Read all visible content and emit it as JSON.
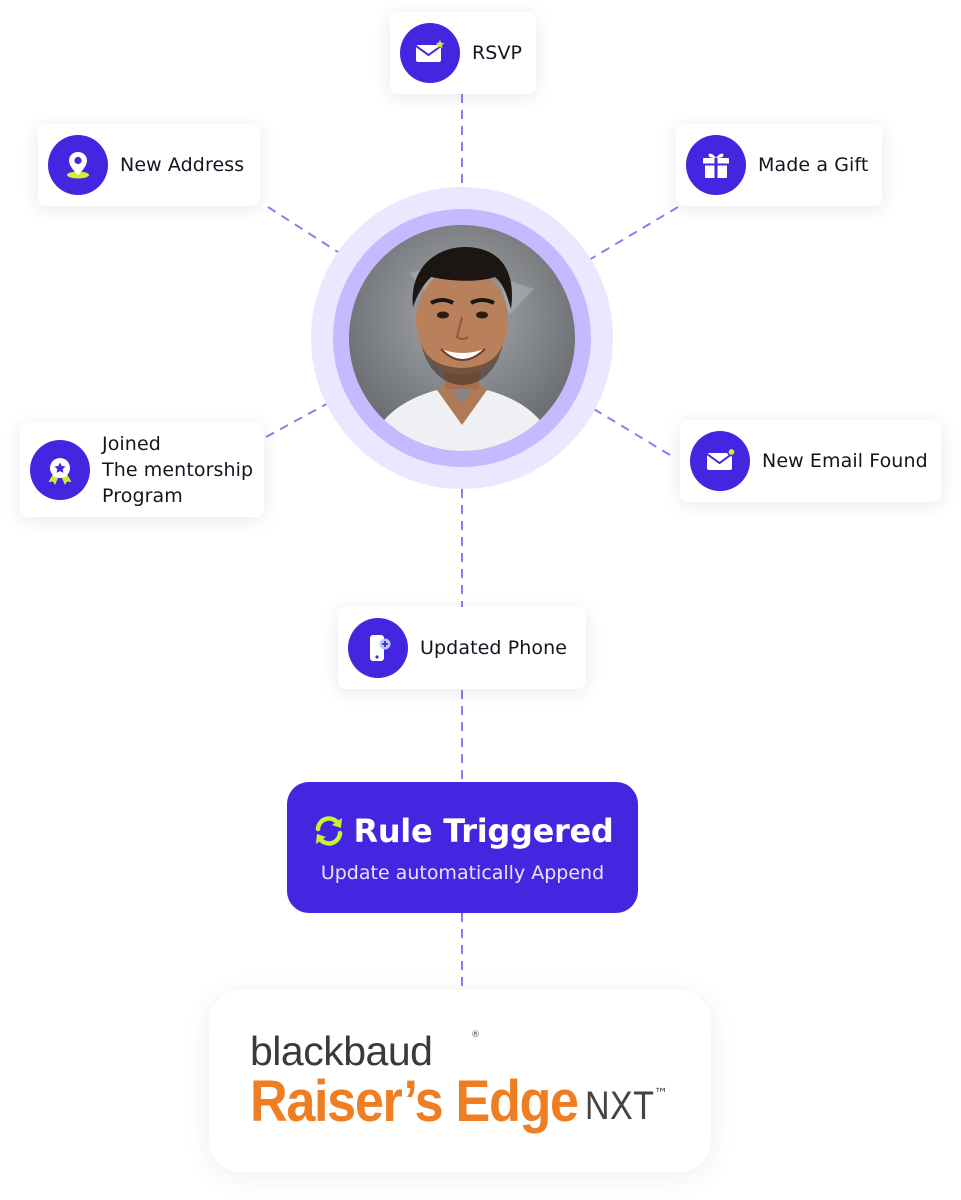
{
  "nodes": {
    "rsvp": {
      "label": "RSVP",
      "icon": "envelope-star-icon"
    },
    "new_address": {
      "label": "New Address",
      "icon": "map-pin-icon"
    },
    "made_gift": {
      "label": "Made a Gift",
      "icon": "gift-icon"
    },
    "mentorship": {
      "label_lines": [
        "Joined",
        "The mentorship",
        "Program"
      ],
      "icon": "award-ribbon-icon"
    },
    "new_email": {
      "label": "New Email Found",
      "icon": "envelope-dot-icon"
    },
    "updated_phone": {
      "label": "Updated Phone",
      "icon": "phone-plus-icon"
    }
  },
  "center": {
    "avatar": "person-photo"
  },
  "rule": {
    "title": "Rule Triggered",
    "subtitle": "Update automatically Append",
    "icon": "refresh-icon"
  },
  "brand": {
    "top": "blackbaud",
    "registered": "®",
    "main": "Raiser’s Edge",
    "suffix": "NXT",
    "trademark": "™"
  },
  "colors": {
    "accent": "#4426e0",
    "accent_green": "#c6f432",
    "connector": "#8f7cf0",
    "halo_outer": "#ece6ff",
    "halo_inner": "#c7b9ff",
    "brand_orange": "#ef7d22"
  }
}
